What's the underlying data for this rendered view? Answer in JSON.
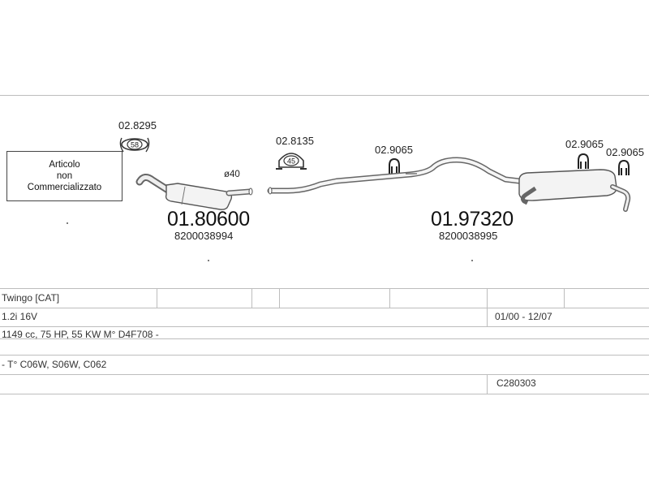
{
  "notice": {
    "line1": "Articolo",
    "line2": "non",
    "line3": "Commercializzato"
  },
  "parts": [
    {
      "number": "01.80600",
      "oem": "8200038994"
    },
    {
      "number": "01.97320",
      "oem": "8200038995"
    }
  ],
  "accessories": [
    {
      "code": "02.8295",
      "badge": "58",
      "icon": "clamp-icon"
    },
    {
      "code": "02.8135",
      "badge": "45",
      "icon": "clamp-icon"
    },
    {
      "code": "02.9065",
      "icon": "rubber-hanger-icon"
    },
    {
      "code": "02.9065",
      "icon": "rubber-hanger-icon"
    },
    {
      "code": "02.9065",
      "icon": "rubber-hanger-icon"
    }
  ],
  "diameter_label": "ø40",
  "vehicle": {
    "model": "Twingo  [CAT]",
    "engine": "1.2i 16V",
    "years": "01/00 - 12/07",
    "spec": "1149 cc, 75 HP, 55 KW  M° D4F708 -",
    "types": "- T° C06W, S06W, C062",
    "catalog_code": "C280303"
  },
  "colors": {
    "line": "#bdbdbd",
    "ink": "#222222",
    "pipe": "#7a7a7a"
  }
}
